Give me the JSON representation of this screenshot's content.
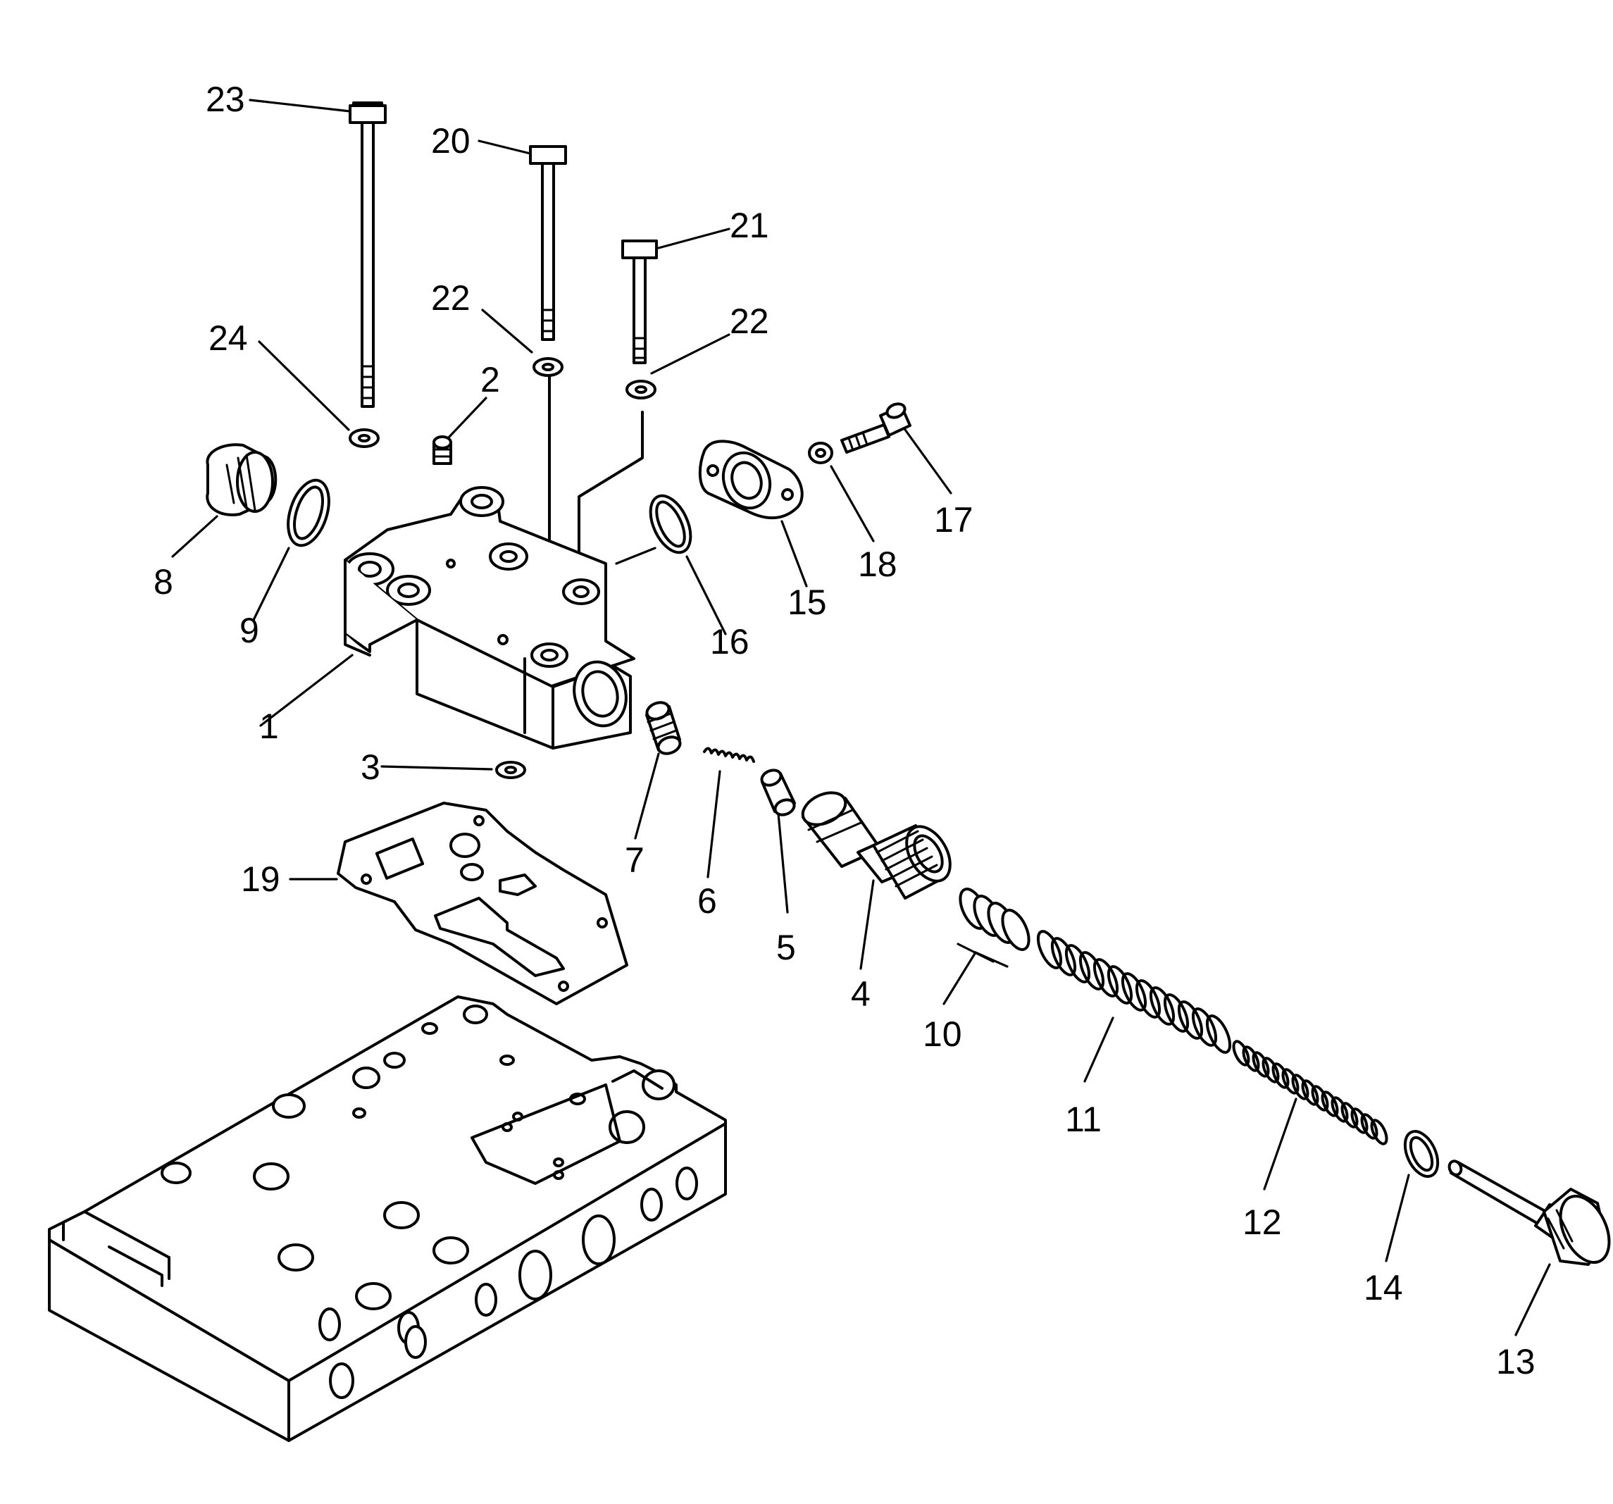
{
  "callouts": [
    "1",
    "2",
    "3",
    "4",
    "5",
    "6",
    "7",
    "8",
    "9",
    "10",
    "11",
    "12",
    "13",
    "14",
    "15",
    "16",
    "17",
    "18",
    "19",
    "20",
    "21",
    "22",
    "22",
    "23",
    "24"
  ],
  "colors": {
    "line": "#000000",
    "background": "#ffffff"
  }
}
